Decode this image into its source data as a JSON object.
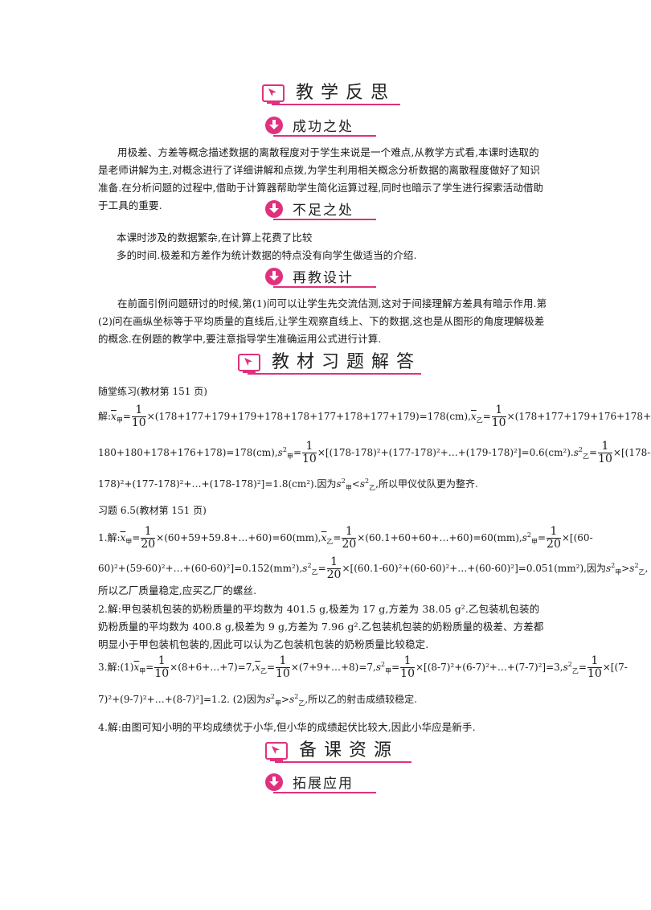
{
  "section1": {
    "title": "教学反思"
  },
  "sub1": {
    "title": "成功之处"
  },
  "p1": "用极差、方差等概念描述数据的离散程度对于学生来说是一个难点,从教学方式看,本课时选取的是老师讲解为主,对概念进行了详细讲解和点拨,为学生利用相关概念分析数据的离散程度做好了知识准备.在分析问题的过程中,借助于计算器帮助学生简化运算过程,同时也暗示了学生进行探索活动借助于工具的重要.",
  "sub2": {
    "title": "不足之处"
  },
  "p2a": "本课时涉及的数据繁杂,在计算上花费了比较",
  "p2b": "多的时间.极差和方差作为统计数据的特点没有向学生做适当的介绍.",
  "sub3": {
    "title": "再教设计"
  },
  "p3": "在前面引例问题研讨的时候,第(1)问可以让学生先交流估测,这对于间接理解方差具有暗示作用.第(2)问在画纵坐标等于平均质量的直线后,让学生观察直线上、下的数据,这也是从图形的角度理解极差的概念.在例题的教学中,要注意指导学生准确运用公式进行计算.",
  "section2": {
    "title": "教材习题解答"
  },
  "ex1": {
    "heading": "随堂练习(教材第 151 页)",
    "l1a": "解:",
    "l1b": "×(178+177+179+179+178+178+177+178+177+179)=178(cm),",
    "l1c": "×(178+177+179+176+178+",
    "l2a": "180+180+178+176+178)=178(cm),",
    "l2b": "×[(178-178)²+(177-178)²+…+(179-178)²]=0.6(cm²).",
    "l2c": "×[(178-",
    "l3a": "178)²+(177-178)²+…+(178-178)²]=1.8(cm²).因为",
    "l3b": ",所以甲仪仗队更为整齐."
  },
  "ex2": {
    "heading": "习题 6.5(教材第 151 页)",
    "q1a": "1.解:",
    "q1b": "×(60+59+59.8+…+60)=60(mm),",
    "q1c": "×(60.1+60+60+…+60)=60(mm),",
    "q1d": "×[(60-",
    "q1e": "60)²+(59-60)²+…+(60-60)²]=0.152(mm²),",
    "q1f": "×[(60.1-60)²+(60-60)²+…+(60-60)²]=0.051(mm²),因为",
    "q1g": "所以乙厂质量稳定,应买乙厂的螺丝.",
    "q2": "2.解:甲包装机包装的奶粉质量的平均数为 401.5  g,极差为 17  g,方差为 38.05  g².乙包装机包装的奶粉质量的平均数为 400.8  g,极差为 9  g,方差为 7.96  g².乙包装机包装的奶粉质量的极差、方差都明显小于甲包装机包装的,因此可以认为乙包装机包装的奶粉质量比较稳定.",
    "q3a": "3.解:(1)",
    "q3b": "×(8+6+…+7)=7,",
    "q3c": "×(7+9+…+8)=7,",
    "q3d": "×[(8-7)²+(6-7)²+…+(7-7)²]=3,",
    "q3e": "×[(7-",
    "q3f": "7)²+(9-7)²+…+(8-7)²]=1.2.    (2)因为",
    "q3g": ",所以乙的射击成绩较稳定.",
    "q4": "4.解:由图可知小明的平均成绩优于小华,但小华的成绩起伏比较大,因此小华应是新手."
  },
  "math": {
    "one": "1",
    "ten": "10",
    "twenty": "20",
    "xbar": "x",
    "eq": "=",
    "jia": "甲",
    "yi": "乙",
    "s": "s",
    "two": "2",
    "lt": "<",
    "gt": ">"
  },
  "section3": {
    "title": "备课资源"
  },
  "sub4": {
    "title": "拓展应用"
  }
}
